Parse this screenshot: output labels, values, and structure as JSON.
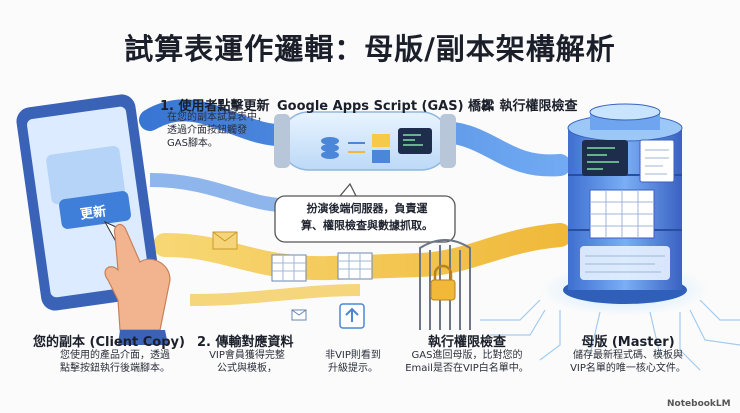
{
  "title": "試算表運作邏輯：母版/副本架構解析",
  "step1": {
    "heading": "1. 使用者點擊更新",
    "desc": [
      "在您的副本試算表中，",
      "透過介面按鈕觸發",
      "GAS腳本。"
    ]
  },
  "bridge": {
    "heading": "Google Apps Script (GAS) 橋樑"
  },
  "step2_top": {
    "heading": "2. 執行權限檢查"
  },
  "bubble": {
    "lines": [
      "扮演後端伺服器，負責運",
      "算、權限檢查與數據抓取。"
    ]
  },
  "device": {
    "button_label": "更新"
  },
  "client": {
    "heading": "您的副本 (Client Copy)",
    "desc": [
      "您使用的產品介面，透過",
      "點擊按鈕執行後端腳本。"
    ]
  },
  "transfer": {
    "heading": "2. 傳輸對應資料",
    "desc": [
      "VIP會員獲得完整",
      "公式與模板，"
    ]
  },
  "nonvip": {
    "desc": [
      "非VIP則看到",
      "升級提示。"
    ]
  },
  "check": {
    "heading": "執行權限檢查",
    "desc": [
      "GAS進回母版，比對您的",
      "Email是否在VIP白名單中。"
    ]
  },
  "master": {
    "heading": "母版 (Master)",
    "desc": [
      "儲存最新程式碼、模板與",
      "VIP名單的唯一核心文件。"
    ]
  },
  "watermark": "NotebookLM",
  "colors": {
    "blue_path": "#3f7fd9",
    "yellow_path": "#f2c24a",
    "server": "#5b8fe0"
  }
}
